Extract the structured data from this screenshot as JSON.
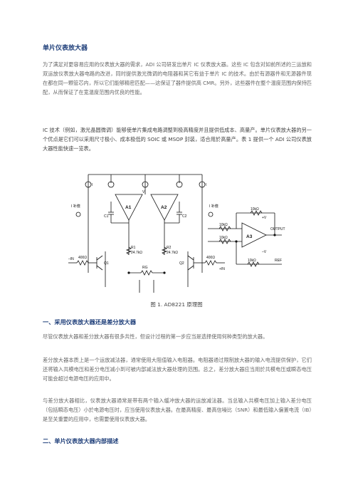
{
  "title": "单片仪表放大器",
  "paragraph1": "为了满足对更容易应用的仪表放大器的需求，ADI 公司研发出单片 IC 仪表放大器。这些 IC 包含对如前所述的三运放和双运放仪表放大器电路的改进，同时提供激光微调的电阻器和其它有益于单片 IC 的技术。由於有源器件和无源器件现在都在同一颗管芯内，所以它们能够精密匹配——这保证了器件提供高 CMR。另外，这些器件在整个温度范围内保持匹配，从而保证了在宽温度范围内优良的性能。",
  "paragraph2": "IC 技术（例如，激光晶圆微调）能够使单片集成电路调整到极高精度并且提供低成本、高量产。单片仪表放大器的另一个优点是它们可以采用尺寸极小、成本极低的 SOIC 或 MSOP 封装，适合用於高量产。表 1 提供一个 ADI 公司仪表放大器性能快速一览表。",
  "figure": {
    "caption": "图 1. AD8221 原理图",
    "labels": {
      "a1": "A1",
      "a2": "A2",
      "a3": "A3",
      "vb": "V",
      "c1": "C1",
      "c2": "C2",
      "ib_left": "I",
      "ib_right": "I",
      "ib_comp_left": "I  补偿",
      "ib_comp_right": "I  补偿",
      "r1": "R1",
      "r1_val": "24.7kΩ",
      "r2": "R2",
      "r2_val": "24.7kΩ",
      "rg": "RG",
      "res10k_top": "10kΩ",
      "res10k_a": "10kΩ",
      "res10k_b": "10kΩ",
      "res10k_c": "10kΩ",
      "res400_left": "400Ω",
      "res400_right": "400Ω",
      "q1": "Q1",
      "q2": "Q2",
      "in_minus": "–IN",
      "in_plus": "+IN",
      "output": "OUTPUT",
      "ref": "REF",
      "vs_plus": "+V",
      "vs_minus": "–V"
    }
  },
  "section1": {
    "heading": "一、采用仪表放大器还是差分放大器",
    "p1": "尽管仪表放大器和差分放大器有很多共性，但设计过程的第一步应当是选择使用何种类型的放大器。",
    "p2": "差分放大器本质上是一个运放减法器，通常使用大阻值输入电阻器。电阻器通过限制放大器的输入电流提供保护，它们还将输入共模电压和差分电压减小到可被内部减法放大器处理的范围。总之，差分放大器应当用於共模电压或瞬态电压可能会超过电源电压的应用中。",
    "p3": "与差分放大器相比，仪表放大器通常是带有两个输入缓冲放大器的运放减法器。当总输入共模电压加上输入差分电压（包括瞬态电压）小於电源电压时，应当使用仪表放大器。在最高精度、最高信噪比（SNR）和最低输入偏置电流（IB）是至关重要的应用中，也需要使用仪表放大器。"
  },
  "section2": {
    "heading": "二、单片仪表放大器内部描述"
  }
}
